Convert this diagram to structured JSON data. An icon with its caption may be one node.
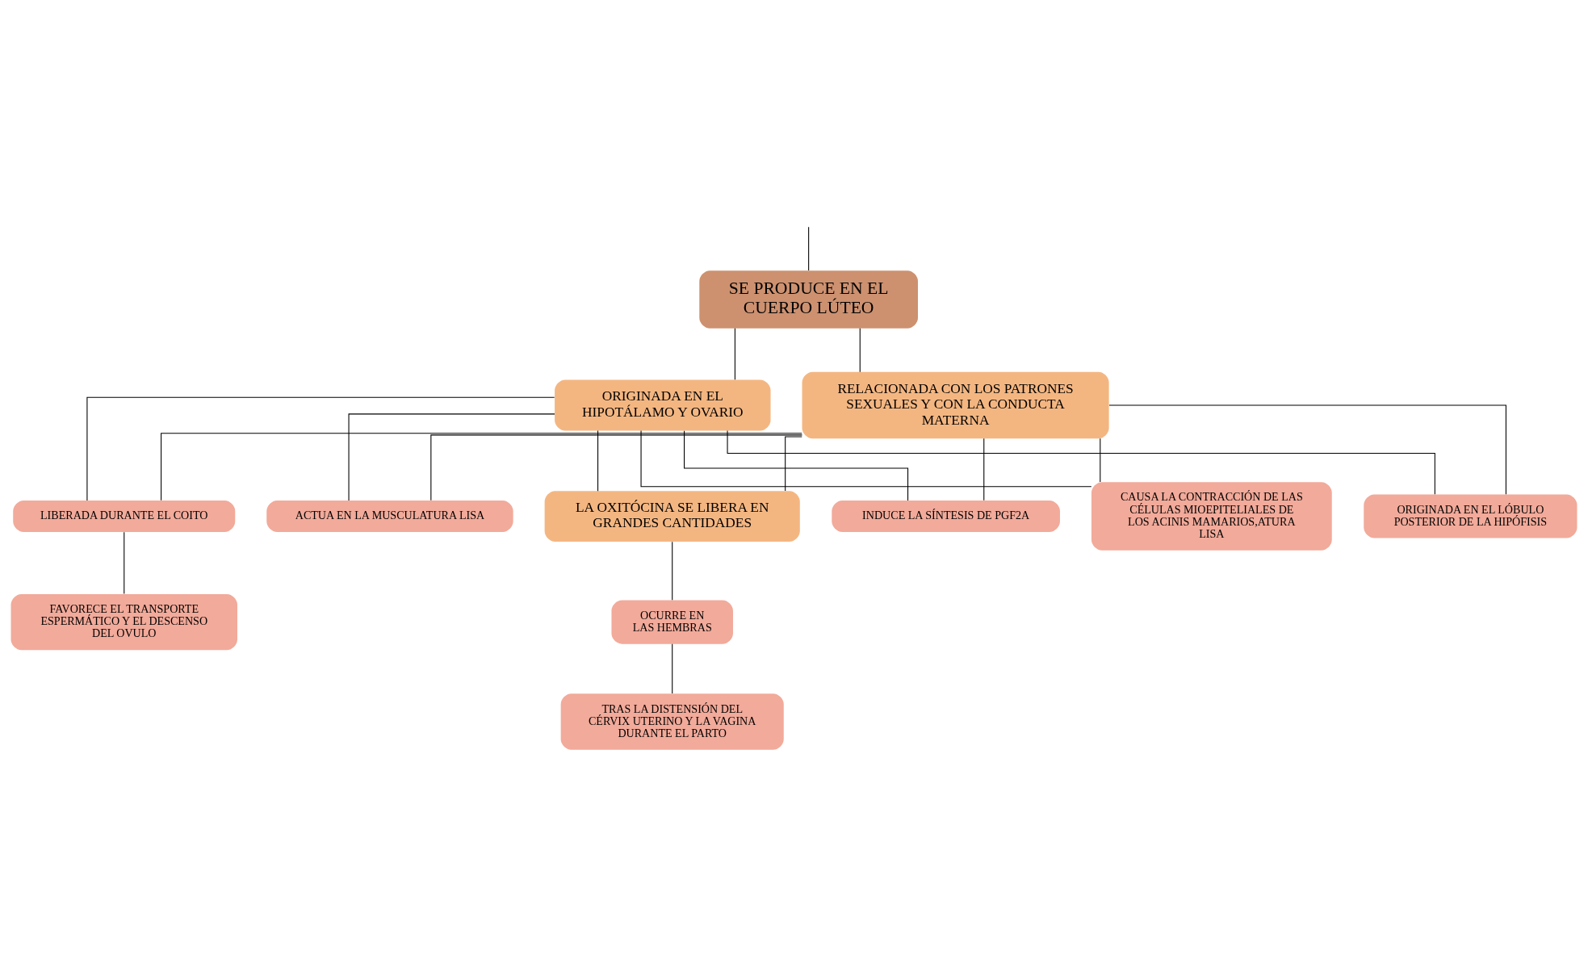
{
  "diagram": {
    "nodes": [
      {
        "text": [
          "SE PRODUCE EN EL CUERPO LÚTEO"
        ]
      },
      {
        "text": [
          "ORIGINADA EN EL HIPOTÁLAMO Y OVARIO"
        ]
      },
      {
        "text": [
          "RELACIONADA CON LOS PATRONES SEXUALES Y CON LA CONDUCTA MATERNA"
        ]
      },
      {
        "text": [
          "LIBERADA DURANTE EL COITO"
        ]
      },
      {
        "text": [
          "ACTUA EN LA MUSCULATURA LISA"
        ]
      },
      {
        "text": [
          "LA OXITÓCINA SE LIBERA EN GRANDES CANTIDADES"
        ]
      },
      {
        "text": [
          "FAVORECE EL TRANSPORTE ESPERMÁTICO Y EL DESCENSO DEL OVULO"
        ]
      },
      {
        "text": [
          "INDUCE LA SÍNTESIS DE PGF2A"
        ]
      },
      {
        "text": [
          "OCURRE EN LAS HEMBRAS"
        ]
      },
      {
        "text": [
          "CAUSA LA CONTRACCIÓN DE LAS CÉLULAS MIOEPITELIALES DE LOS ACINIS MAMARIOS,ATURA LISA"
        ]
      },
      {
        "text": [
          "ORIGINADA EN EL LÓBULO POSTERIOR DE LA HIPÓFISIS"
        ]
      },
      {
        "text": [
          "TRAS LA DISTENSIÓN DEL CÉRVIX UTERINO Y LA VAGINA DURANTE EL PARTO"
        ]
      }
    ],
    "edges": [
      {
        "from": null,
        "to": 0,
        "arrow": "none"
      },
      {
        "from": 0,
        "to": 1,
        "arrow": "none"
      },
      {
        "from": 0,
        "to": 2,
        "arrow": "none"
      },
      {
        "from": 1,
        "to": 3,
        "arrow": "none"
      },
      {
        "from": 1,
        "to": 4,
        "arrow": "none"
      },
      {
        "from": 1,
        "to": 7,
        "arrow": "none"
      },
      {
        "from": 1,
        "to": 9,
        "arrow": "none"
      },
      {
        "from": 1,
        "to": 10,
        "arrow": "none"
      },
      {
        "from": 1,
        "to": 5,
        "arrow": "none"
      },
      {
        "from": 2,
        "to": 3,
        "arrow": "none"
      },
      {
        "from": 2,
        "to": 4,
        "arrow": "none"
      },
      {
        "from": 2,
        "to": 7,
        "arrow": "none"
      },
      {
        "from": 2,
        "to": 9,
        "arrow": "none"
      },
      {
        "from": 2,
        "to": 10,
        "arrow": "none"
      },
      {
        "from": 2,
        "to": 5,
        "arrow": "none"
      },
      {
        "from": 3,
        "to": 6,
        "arrow": "none"
      },
      {
        "from": 5,
        "to": 8,
        "arrow": "none"
      },
      {
        "from": 8,
        "to": 11,
        "arrow": "none"
      }
    ]
  }
}
